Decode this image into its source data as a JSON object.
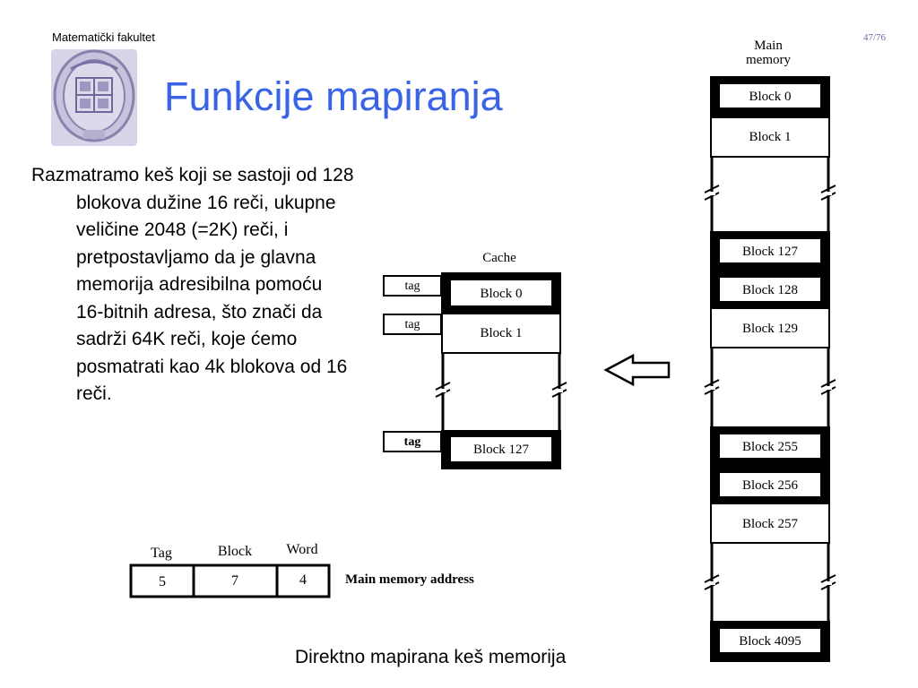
{
  "header": {
    "faculty": "Matematički fakultet",
    "page_number": "47/76",
    "title": "Funkcije mapiranja"
  },
  "body": {
    "paragraph": "Razmatramo keš koji se sastoji od 128 blokova dužine 16 reči, ukupne veličine 2048 (=2K) reči, i pretpostavljamo da je glavna memorija adresibilna pomoću 16-bitnih adresa, što znači da sadrži 64K reči, koje ćemo posmatrati kao 4k blokova od 16 reči."
  },
  "diagram": {
    "main_memory_label_line1": "Main",
    "main_memory_label_line2": "memory",
    "main_memory_blocks": [
      "Block 0",
      "Block 1",
      "Block 127",
      "Block 128",
      "Block 129",
      "Block 255",
      "Block 256",
      "Block 257",
      "Block 4095"
    ],
    "cache_label": "Cache",
    "cache_tags": [
      "tag",
      "tag",
      "tag"
    ],
    "cache_blocks": [
      "Block 0",
      "Block 1",
      "Block 127"
    ],
    "address_fields": [
      {
        "name": "Tag",
        "bits": "5"
      },
      {
        "name": "Block",
        "bits": "7"
      },
      {
        "name": "Word",
        "bits": "4"
      }
    ],
    "address_label": "Main memory address"
  },
  "caption": "Direktno mapirana keš memorija"
}
